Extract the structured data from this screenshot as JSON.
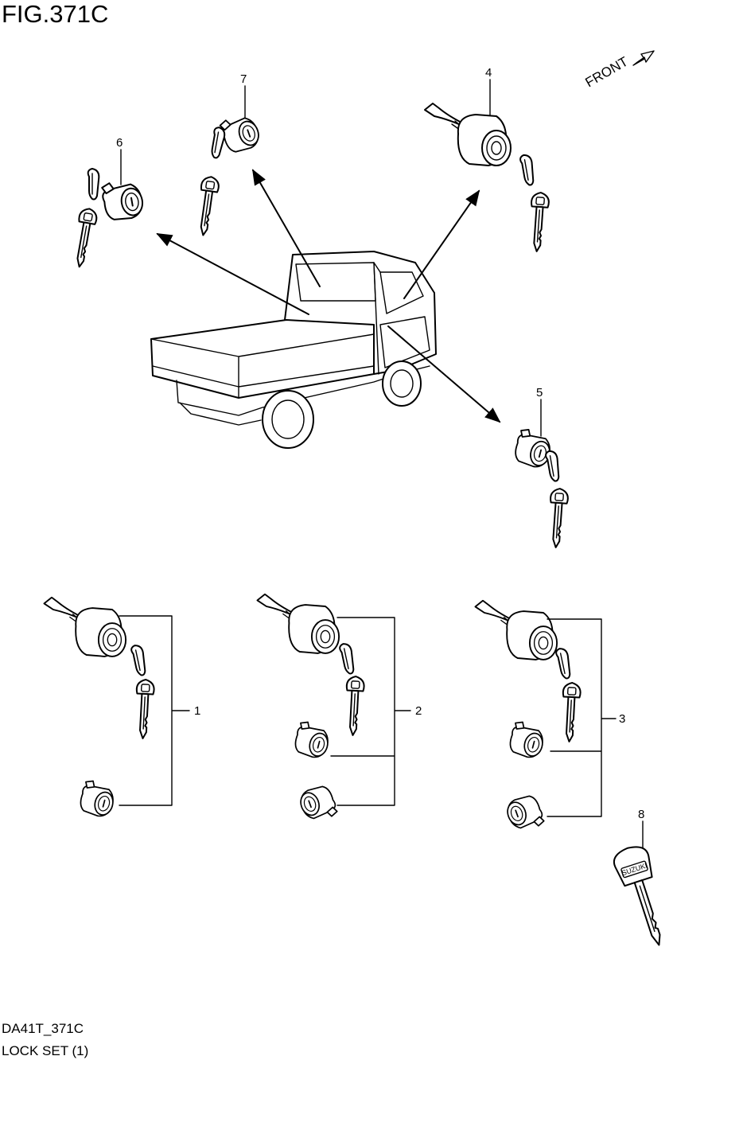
{
  "figure": {
    "title": "FIG.371C"
  },
  "front_label": "FRONT",
  "callouts": [
    {
      "num": "1"
    },
    {
      "num": "2"
    },
    {
      "num": "3"
    },
    {
      "num": "4"
    },
    {
      "num": "5"
    },
    {
      "num": "6"
    },
    {
      "num": "7"
    },
    {
      "num": "8"
    }
  ],
  "key_brand": "SUZUKI",
  "footer": {
    "code": "DA41T_371C",
    "name": "LOCK SET (1)"
  },
  "icons": {
    "front_arrow": "front-arrow-icon"
  }
}
